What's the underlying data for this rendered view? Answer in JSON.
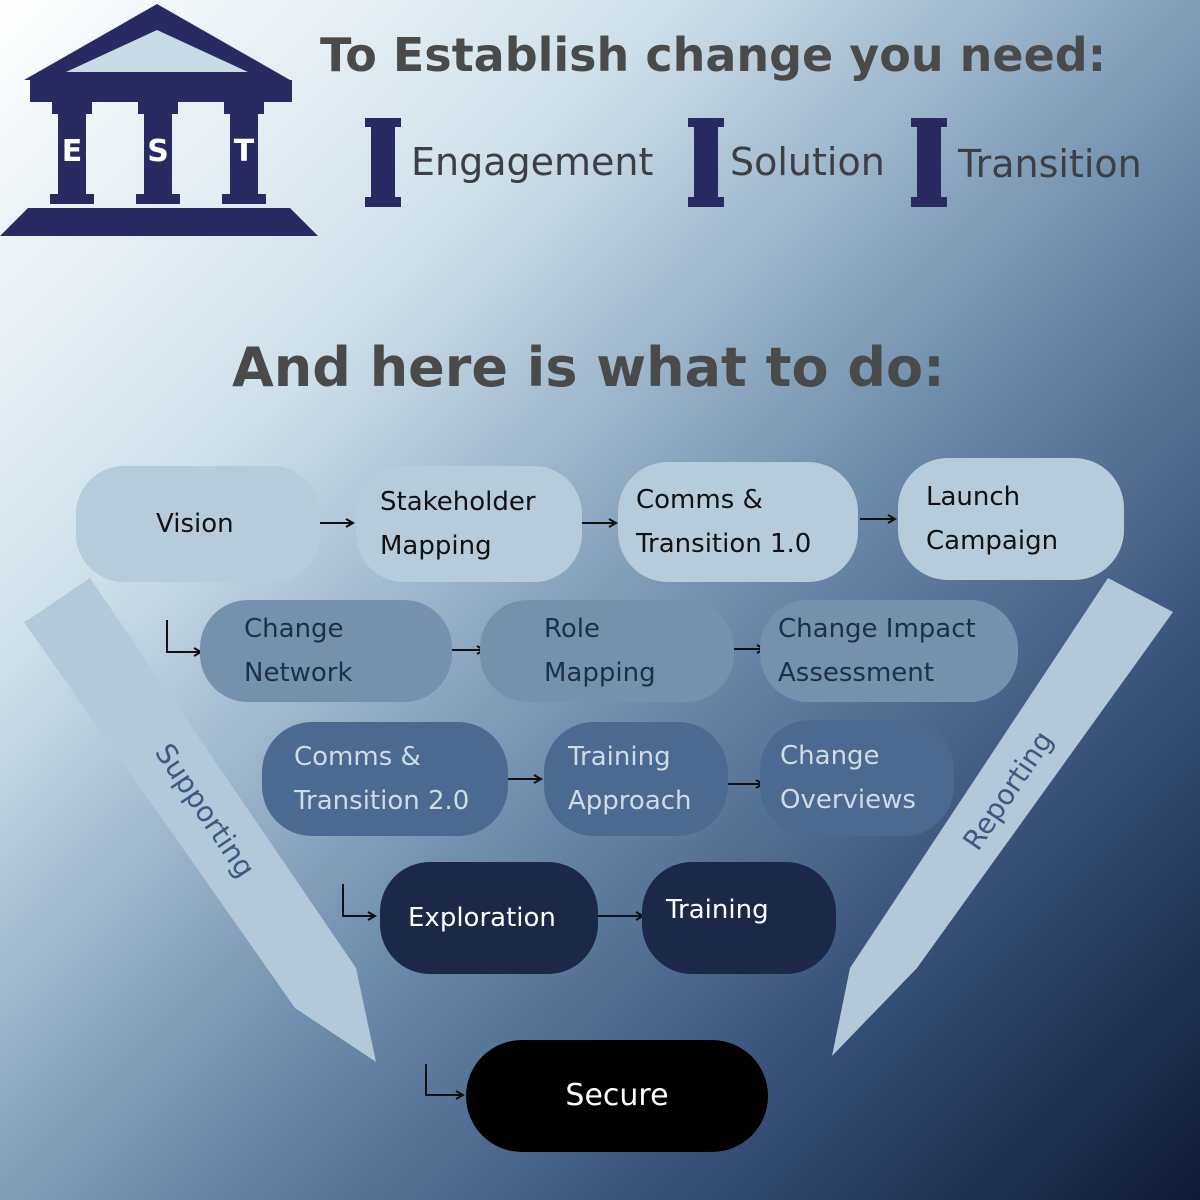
{
  "logo": {
    "letters": [
      "E",
      "S",
      "T"
    ],
    "color": "#2a2a63"
  },
  "header": {
    "title": "To Establish change you need:",
    "pillars": [
      {
        "label": "Engagement"
      },
      {
        "label": "Solution"
      },
      {
        "label": "Transition"
      }
    ]
  },
  "subheading": "And here is what to do:",
  "flow": {
    "row1": [
      {
        "lines": [
          "Vision"
        ]
      },
      {
        "lines": [
          "Stakeholder",
          "Mapping"
        ]
      },
      {
        "lines": [
          "Comms &",
          "Transition 1.0"
        ]
      },
      {
        "lines": [
          "Launch",
          "Campaign"
        ]
      }
    ],
    "row2": [
      {
        "lines": [
          "Change",
          "Network"
        ]
      },
      {
        "lines": [
          "Role",
          "Mapping"
        ]
      },
      {
        "lines": [
          "Change Impact",
          "Assessment"
        ]
      }
    ],
    "row3": [
      {
        "lines": [
          "Comms &",
          "Transition 2.0"
        ]
      },
      {
        "lines": [
          "Training",
          "Approach"
        ]
      },
      {
        "lines": [
          "Change",
          "Overviews"
        ]
      }
    ],
    "row4": [
      {
        "lines": [
          "Exploration"
        ]
      },
      {
        "lines": [
          "Training"
        ]
      }
    ],
    "final": {
      "lines": [
        "Secure"
      ]
    }
  },
  "side_arrows": {
    "left": "Supporting",
    "right": "Reporting"
  },
  "colors": {
    "navy": "#2a2a63",
    "tier1": "#b6ccdb",
    "tier2": "#7492ad",
    "tier3": "#4a6a91",
    "tier4": "#1b2847",
    "tier5": "#000000"
  }
}
